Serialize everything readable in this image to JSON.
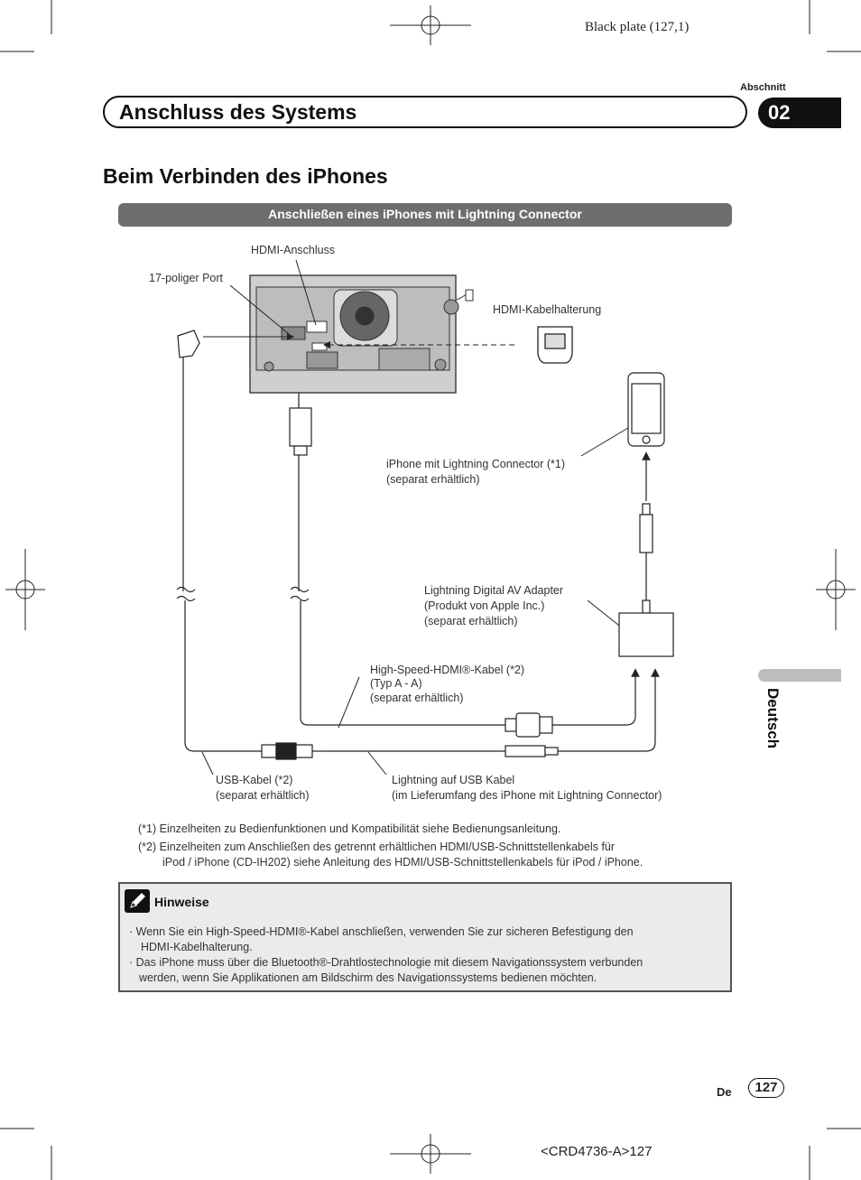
{
  "header": {
    "plate": "Black plate (127,1)",
    "section_label": "Abschnitt",
    "section_title": "Anschluss des Systems",
    "chapter": "02"
  },
  "page_heading": "Beim Verbinden des iPhones",
  "subheading": "Anschließen eines iPhones mit Lightning Connector",
  "diagram": {
    "hdmi_port": "HDMI-Anschluss",
    "port_17pin": "17-poliger Port",
    "hdmi_holder": "HDMI-Kabelhalterung",
    "iphone_1": "iPhone mit Lightning Connector (*1)",
    "iphone_2": "(separat erhältlich)",
    "adapter_1": "Lightning Digital AV Adapter",
    "adapter_2": "(Produkt von Apple Inc.)",
    "adapter_3": "(separat erhältlich)",
    "hdmi_cable_1": "High-Speed-HDMI®-Kabel (*2)",
    "hdmi_cable_2": "(Typ A - A)",
    "hdmi_cable_3": "(separat erhältlich)",
    "usb_cable_1": "USB-Kabel (*2)",
    "usb_cable_2": "(separat erhältlich)",
    "lightning_usb_1": "Lightning auf USB Kabel",
    "lightning_usb_2": "(im Lieferumfang des iPhone mit Lightning Connector)"
  },
  "footnotes": {
    "n1": "(*1) Einzelheiten zu Bedienfunktionen und Kompatibilität siehe Bedienungsanleitung.",
    "n2a": "(*2) Einzelheiten zum Anschließen des getrennt erhältlichen HDMI/USB-Schnittstellenkabels für",
    "n2b": "iPod / iPhone (CD-IH202) siehe Anleitung des HDMI/USB-Schnittstellenkabels für iPod / iPhone."
  },
  "notes": {
    "title": "Hinweise",
    "b1a": "·  Wenn Sie ein High-Speed-HDMI®-Kabel anschließen, verwenden Sie zur sicheren Befestigung den",
    "b1b": "HDMI-Kabelhalterung.",
    "b2a": "· Das iPhone muss über die Bluetooth®-Drahtlostechnologie mit diesem Navigationssystem verbunden",
    "b2b": "werden, wenn Sie Applikationen am Bildschirm des Navigationssystems bedienen möchten."
  },
  "side_tab": "Deutsch",
  "footer": {
    "lang": "De",
    "page": "127",
    "code": "<CRD4736-A>127"
  }
}
